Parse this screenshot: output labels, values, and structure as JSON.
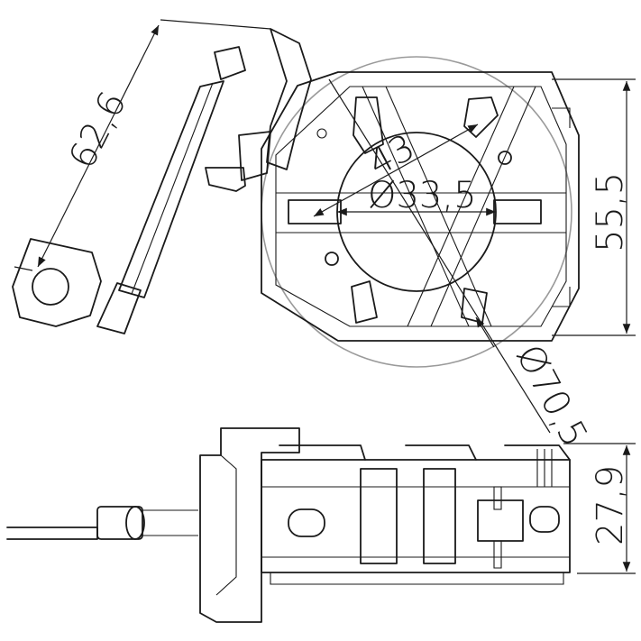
{
  "dimensions": {
    "lever_length": "62,6",
    "diagonal": "43",
    "inner_diameter": "Ø33,5",
    "outer_diameter": "Ø70,5",
    "height": "55,5",
    "depth": "27,9"
  }
}
